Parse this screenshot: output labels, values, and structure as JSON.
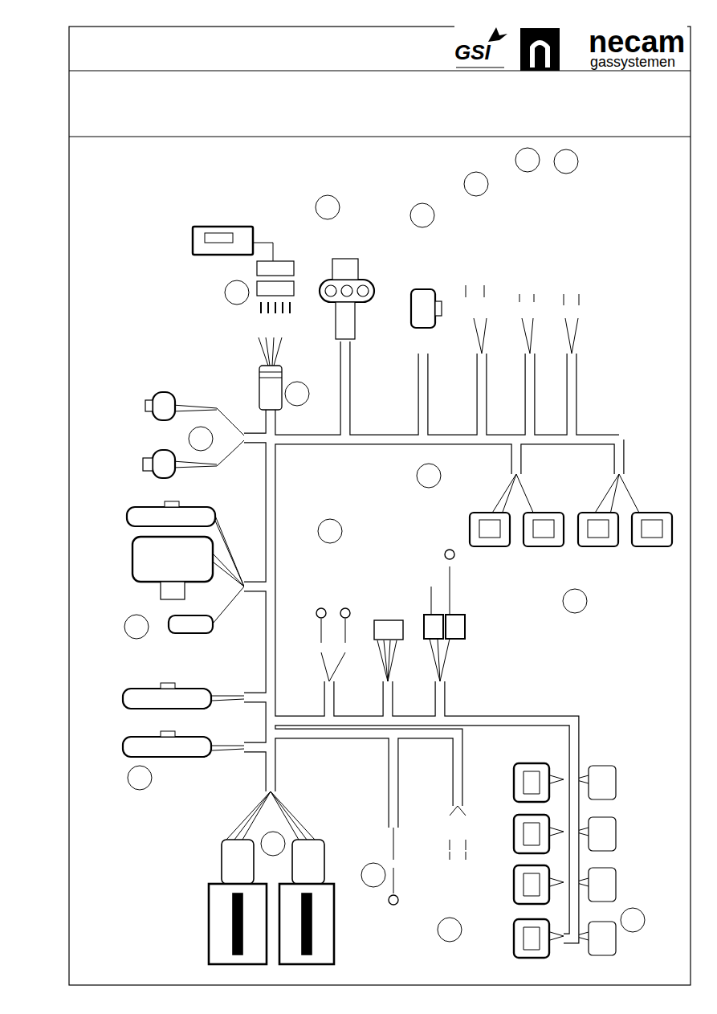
{
  "diagram": {
    "labels": [
      "GSI",
      "necam",
      "gassystemen"
    ]
  }
}
